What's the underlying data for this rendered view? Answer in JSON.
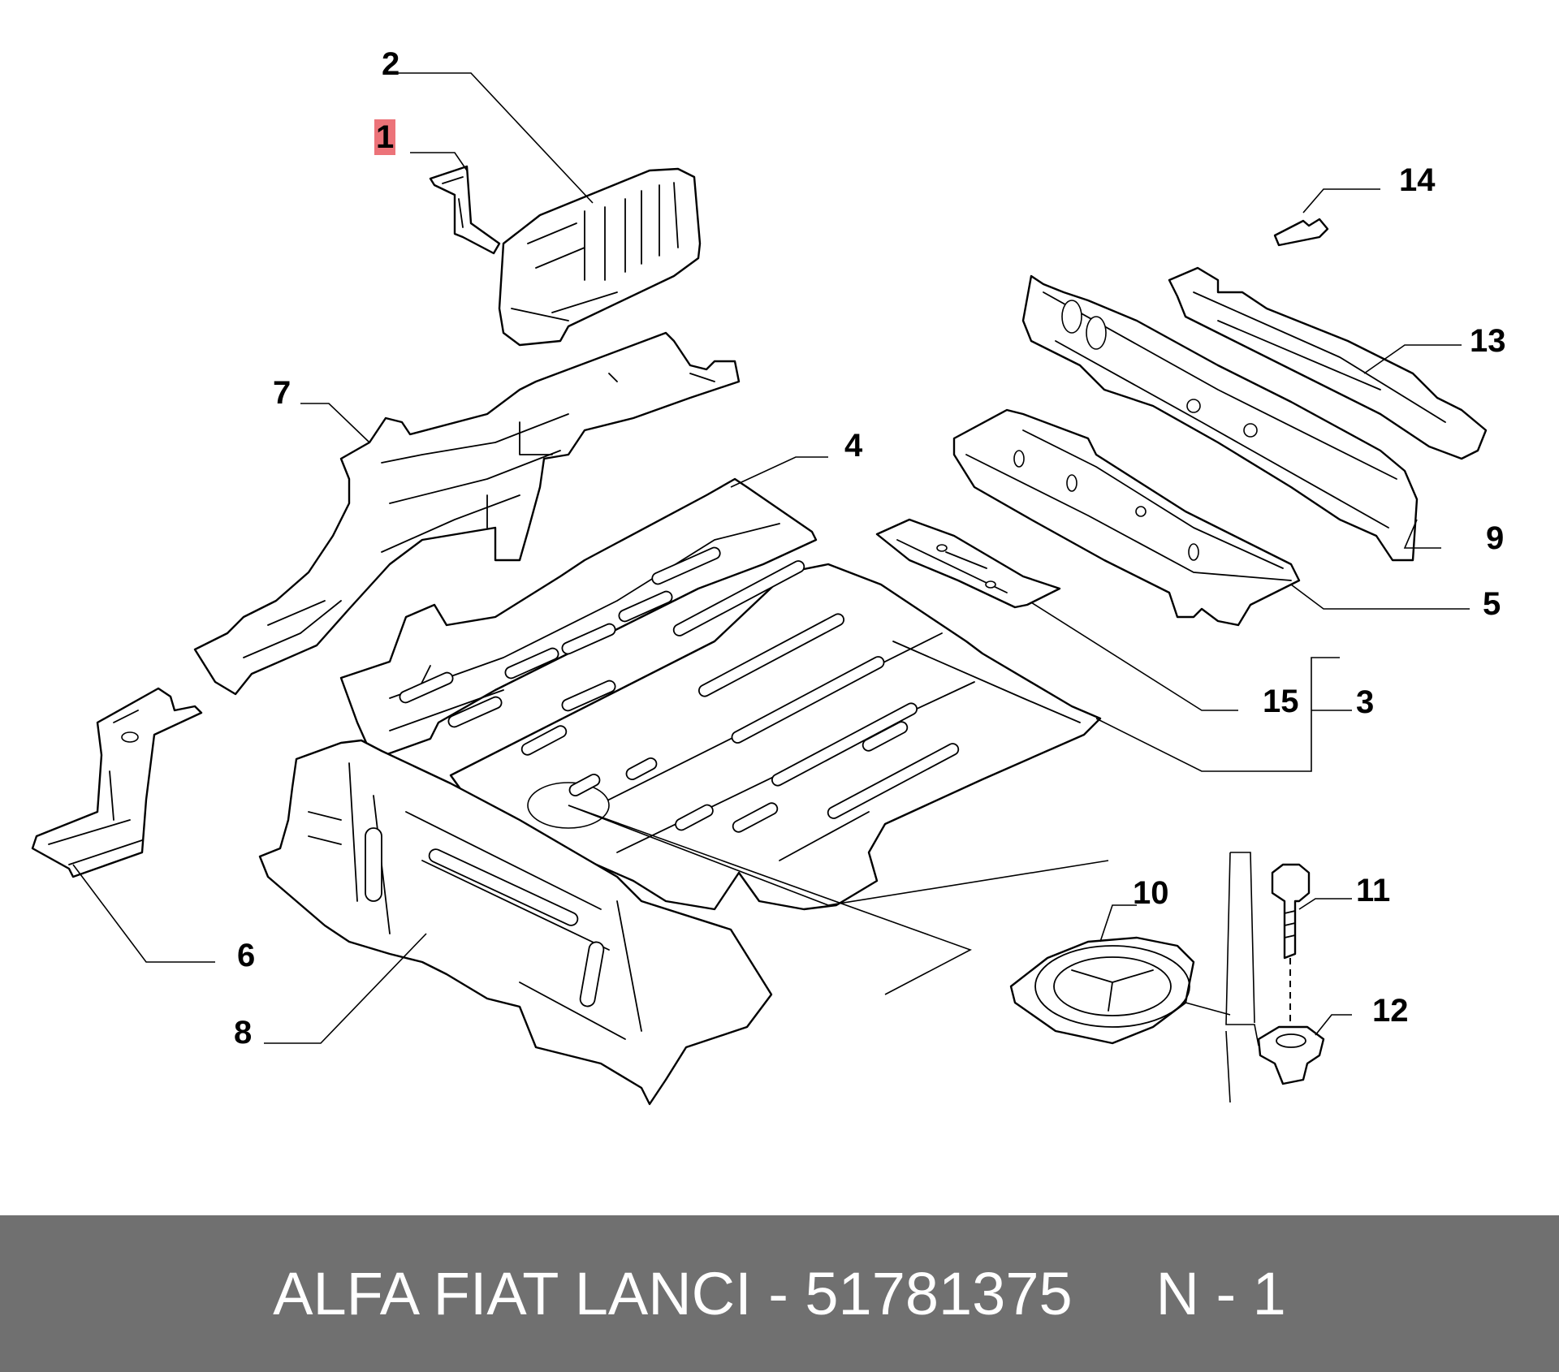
{
  "callouts": {
    "c1": "1",
    "c2": "2",
    "c3": "3",
    "c4": "4",
    "c5": "5",
    "c6": "6",
    "c7": "7",
    "c8": "8",
    "c9": "9",
    "c10": "10",
    "c11": "11",
    "c12": "12",
    "c13": "13",
    "c14": "14",
    "c15": "15"
  },
  "highlighted_callout": "1",
  "footer": {
    "text": "ALFA FIAT LANCI - 51781375     N - 1"
  },
  "colors": {
    "highlight": "#e95a62",
    "footer_bg": "#707070",
    "footer_text": "#ffffff",
    "line": "#000000"
  }
}
